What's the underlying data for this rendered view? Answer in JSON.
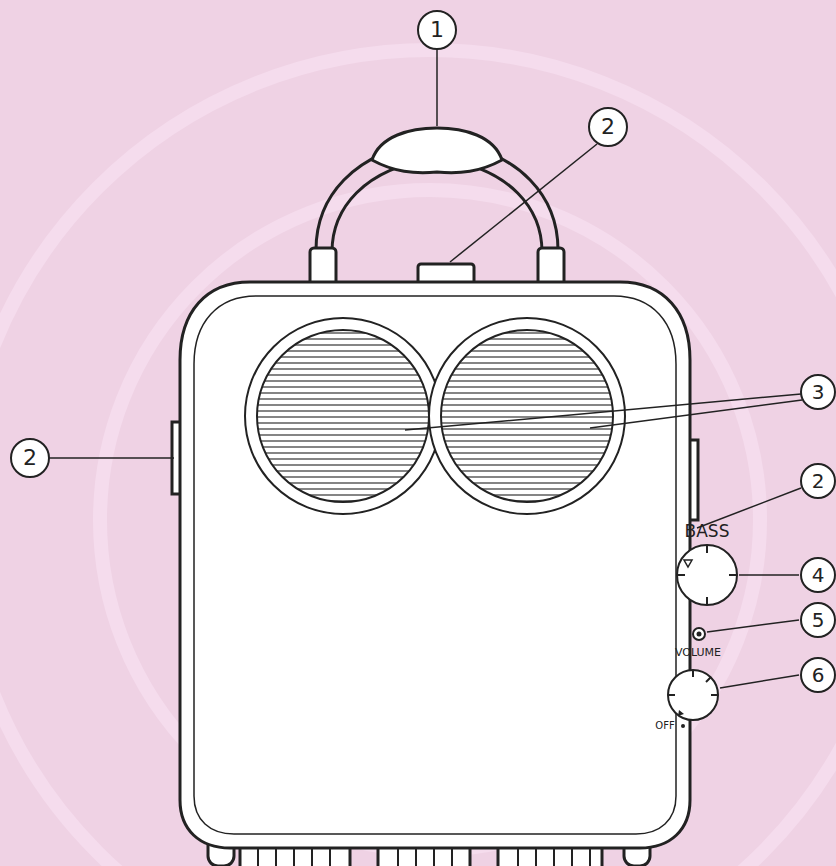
{
  "diagram": {
    "labels": [
      "1",
      "2",
      "3",
      "2",
      "2",
      "4",
      "5",
      "6",
      "BASS",
      "VOLUME",
      "OFF"
    ]
  }
}
